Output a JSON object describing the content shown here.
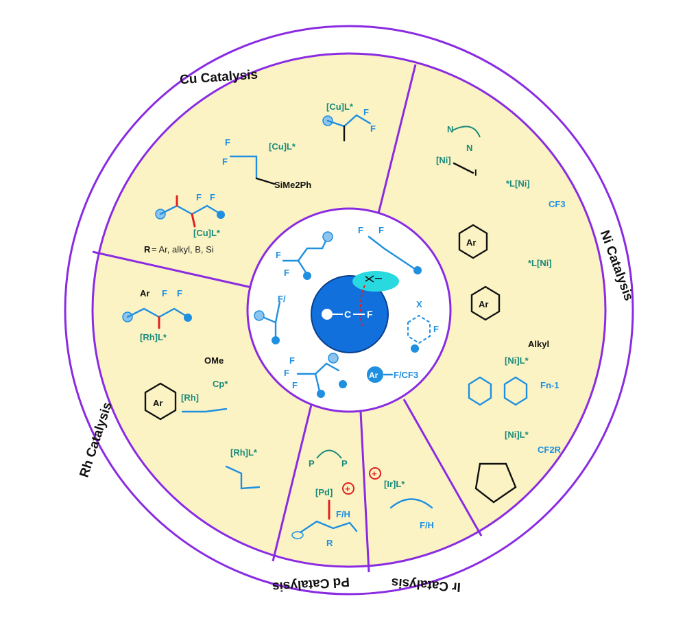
{
  "sectors": {
    "cu": {
      "title": "Cu Catalysis"
    },
    "ni": {
      "title": "Ni Catalysis"
    },
    "ir": {
      "title": "Ir Catalysis"
    },
    "pd": {
      "title": "Pd Catalysis"
    },
    "rh": {
      "title": "Rh Catalysis"
    }
  },
  "labels": {
    "cu_complex_1": "[Cu]L*",
    "cu_complex_2": "[Cu]L*",
    "cu_complex_3": "[Cu]L*",
    "cu_silyl": "SiMe2Ph",
    "cu_r_note_bold": "R",
    "cu_r_note": " = Ar, alkyl, B, Si",
    "ni_center": "[Ni]",
    "ni_l_1": "*L[Ni]",
    "ni_l_2": "*L[Ni]",
    "ni_alkyl": "Alkyl",
    "ni_complex": "[Ni]L*",
    "ni_complex_2": "[Ni]L*",
    "ni_cf2r": "CF2R",
    "ni_cf3": "CF3",
    "ni_fn1": "Fn-1",
    "ir_complex": "[Ir]L*",
    "ir_fh": "F/H",
    "pd_center": "[Pd]",
    "pd_fh": "F/H",
    "rh_complex_1": "[Rh]L*",
    "rh_center": "[Rh]",
    "rh_cp": "Cp*",
    "rh_ome": "OMe",
    "rh_complex_2": "[Rh]L*",
    "hub_c": "C",
    "hub_f": "F",
    "center_arcf3": "F/CF3",
    "center_ar": "Ar",
    "center_fslash": "F/",
    "center_x": "X",
    "center_f": "F"
  },
  "colors": {
    "sector_fill": "#fbf3c4",
    "ring_stroke": "#8a2be2",
    "hub_blue": "#1270dd",
    "structure_blue": "#1f8fe0",
    "metal_teal": "#1a8a7a",
    "bond_red": "#e02020",
    "cleave_cyan": "#28d9e0"
  }
}
